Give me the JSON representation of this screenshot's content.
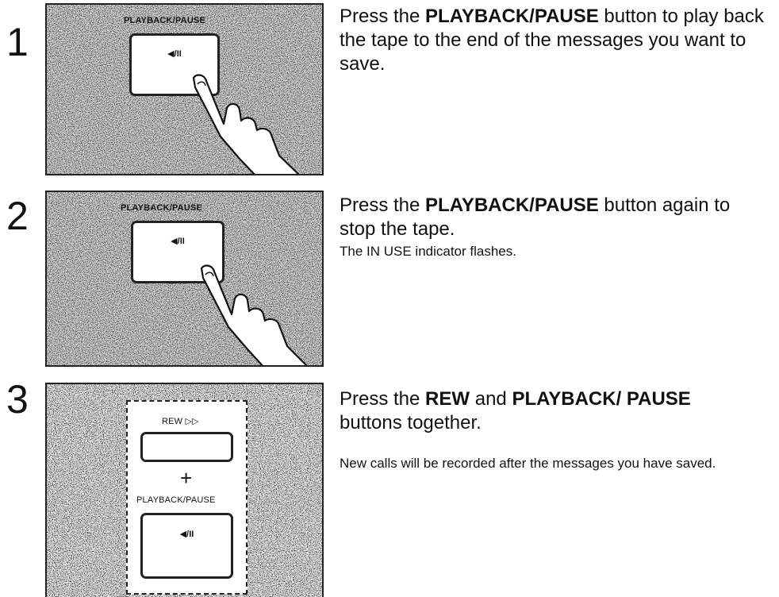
{
  "steps": [
    {
      "number": "1",
      "panel_label": "PLAYBACK/PAUSE",
      "button_symbol": "◀/II",
      "title_pre": "Press the ",
      "title_bold": "PLAYBACK/PAUSE",
      "title_post": " button to play back the tape to the end of the messages you want to save."
    },
    {
      "number": "2",
      "panel_label": "PLAYBACK/PAUSE",
      "button_symbol": "◀/II",
      "title_pre": "Press the ",
      "title_bold": "PLAYBACK/PAUSE",
      "title_post": " button again to stop the tape.",
      "note": "The IN USE indicator flashes."
    },
    {
      "number": "3",
      "rew_label": "REW ▷▷",
      "plus": "+",
      "panel_label": "PLAYBACK/PAUSE",
      "button_symbol": "◀/II",
      "title_pre": "Press the ",
      "title_bold_1": "REW",
      "title_mid": " and ",
      "title_bold_2": "PLAYBACK/ PAUSE",
      "title_post": " buttons together.",
      "note": "New calls will be recorded after the messages you have saved."
    }
  ]
}
